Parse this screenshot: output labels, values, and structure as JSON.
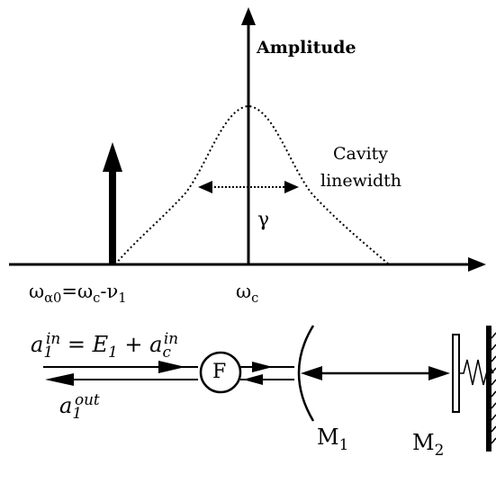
{
  "top_panel": {
    "y_axis_label": "Amplitude",
    "cavity_line1": "Cavity",
    "cavity_line2": "linewidth",
    "gamma": "γ",
    "left_freq": {
      "a": "ω",
      "a_sub": "α0",
      "eq": "=ω",
      "c_sub": "c",
      "minus": "-ν",
      "one_sub": "1"
    },
    "center_freq": {
      "w": "ω",
      "sub": "c"
    }
  },
  "bottom_panel": {
    "input": {
      "a": "a",
      "sub": "1",
      "sup": "in",
      "eq": " = ",
      "E": "E",
      "E_sub": "1",
      "plus": " + ",
      "ac": "a",
      "ac_sub": "c",
      "ac_sup": "in"
    },
    "output": {
      "a": "a",
      "sub": "1",
      "sup": "out"
    },
    "filter_label": "F",
    "mirror1": {
      "M": "M",
      "sub": "1"
    },
    "mirror2": {
      "M": "M",
      "sub": "2"
    }
  }
}
